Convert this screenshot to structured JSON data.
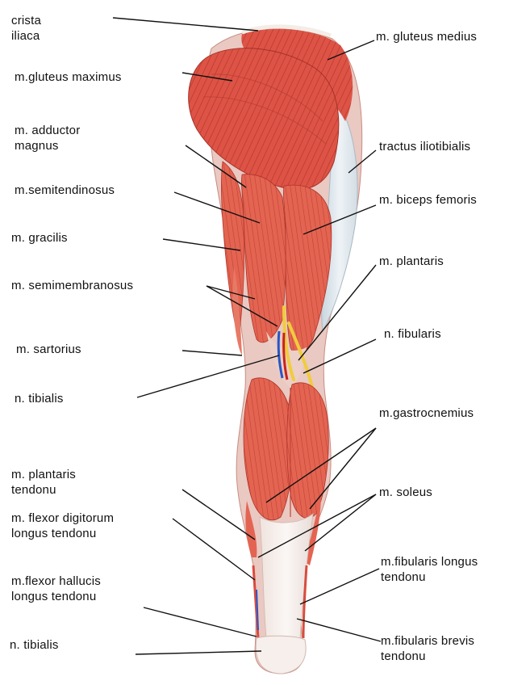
{
  "colors": {
    "muscle": "#e0574a",
    "muscle_dark": "#c13a30",
    "muscle_light": "#f08a78",
    "tendon": "#f3ece8",
    "fascia": "#dfe8ef",
    "nerve": "#f2d24a",
    "artery": "#c8231b",
    "vein": "#2a56c6",
    "leader": "#111111"
  },
  "labels": {
    "crista_iliaca": [
      "crista",
      "iliaca"
    ],
    "gluteus_maximus": [
      "m.gluteus maximus"
    ],
    "adductor_magnus": [
      "m. adductor",
      "magnus"
    ],
    "semitendinosus": [
      "m.semitendinosus"
    ],
    "gracilis": [
      "m. gracilis"
    ],
    "semimembranosus": [
      "m. semimembranosus"
    ],
    "sartorius": [
      "m. sartorius"
    ],
    "n_tibialis_upper": [
      "n. tibialis"
    ],
    "plantaris_tendonu": [
      "m. plantaris",
      "tendonu"
    ],
    "flexor_digitorum": [
      "m. flexor digitorum",
      "longus tendonu"
    ],
    "flexor_hallucis": [
      "m.flexor hallucis",
      "longus tendonu"
    ],
    "n_tibialis_lower": [
      "n. tibialis"
    ],
    "gluteus_medius": [
      "m. gluteus medius"
    ],
    "tractus_iliotibialis": [
      "tractus iliotibialis"
    ],
    "biceps_femoris": [
      "m. biceps femoris"
    ],
    "plantaris": [
      "m. plantaris"
    ],
    "n_fibularis": [
      "n. fibularis"
    ],
    "gastrocnemius": [
      "m.gastrocnemius"
    ],
    "soleus": [
      "m. soleus"
    ],
    "fibularis_longus": [
      "m.fibularis longus",
      "tendonu"
    ],
    "fibularis_brevis": [
      "m.fibularis brevis",
      "tendonu"
    ]
  }
}
